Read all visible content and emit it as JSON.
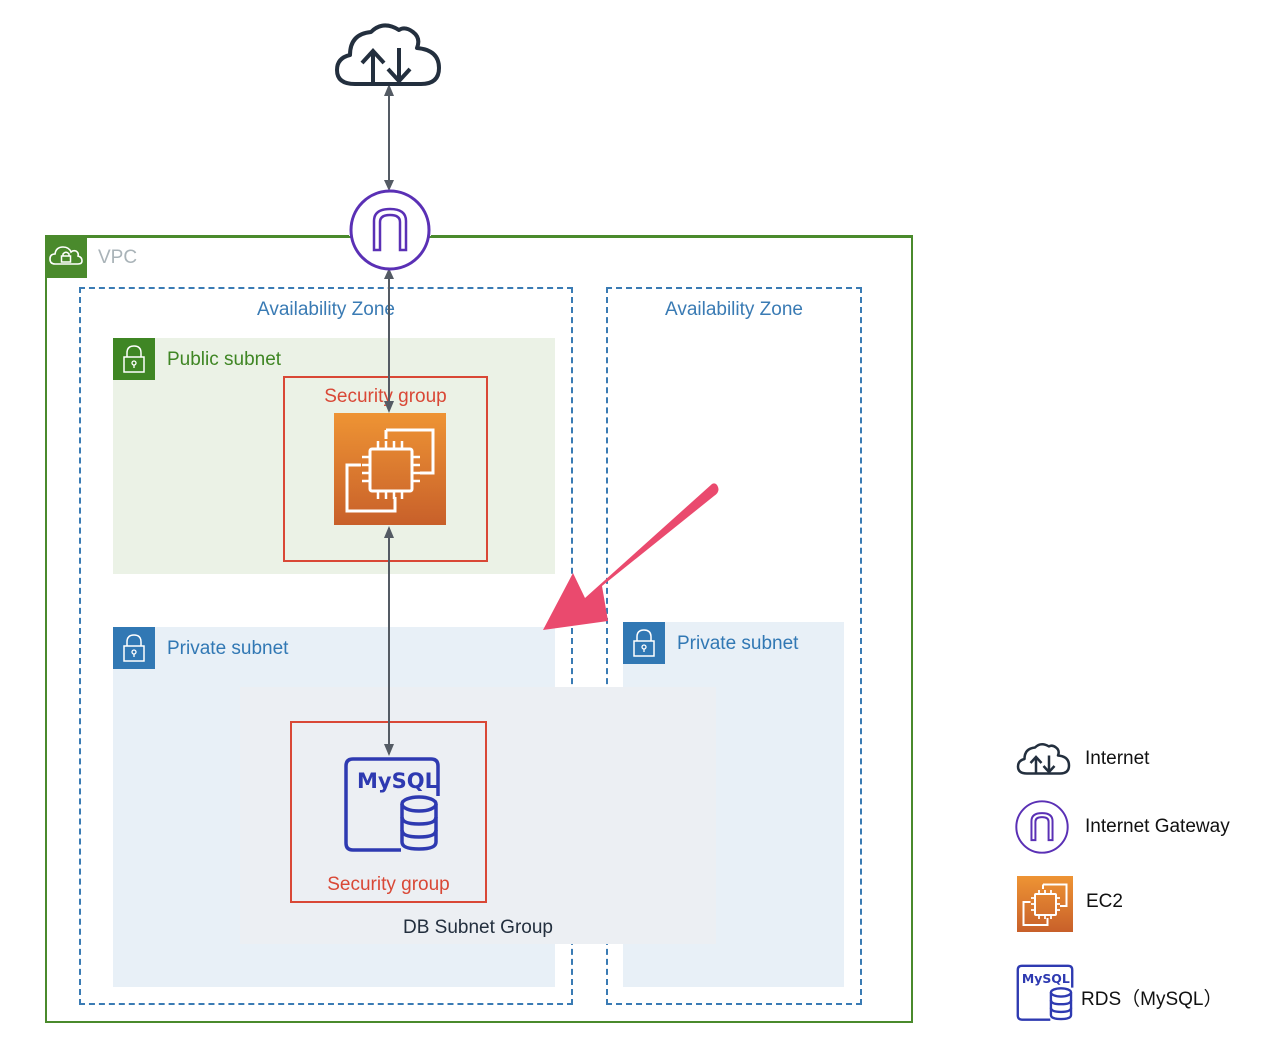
{
  "diagram": {
    "internet": {
      "icon": "internet-cloud-icon"
    },
    "internet_gateway": {
      "icon": "internet-gateway-icon"
    },
    "vpc": {
      "label": "VPC",
      "icon": "vpc-cloud-lock-icon"
    },
    "availability_zones": [
      {
        "label": "Availability Zone"
      },
      {
        "label": "Availability Zone"
      }
    ],
    "public_subnet": {
      "label": "Public subnet",
      "icon": "lock-icon"
    },
    "private_subnets": [
      {
        "label": "Private subnet",
        "icon": "lock-icon"
      },
      {
        "label": "Private subnet",
        "icon": "lock-icon"
      }
    ],
    "security_groups": [
      {
        "label": "Security group",
        "contains": "EC2"
      },
      {
        "label": "Security group",
        "contains": "RDS (MySQL)"
      }
    ],
    "ec2": {
      "icon": "ec2-instance-icon"
    },
    "rds": {
      "icon_text": "MySQL",
      "icon": "rds-mysql-icon"
    },
    "db_subnet_group": {
      "label": "DB Subnet Group"
    },
    "connections": [
      {
        "from": "Internet",
        "to": "Internet Gateway",
        "direction": "bidirectional"
      },
      {
        "from": "Internet Gateway",
        "to": "EC2",
        "direction": "bidirectional"
      },
      {
        "from": "EC2",
        "to": "RDS (MySQL)",
        "direction": "bidirectional"
      }
    ],
    "annotation": {
      "type": "arrow",
      "color": "#ea4a6e",
      "points_to": "DB Subnet Group"
    }
  },
  "legend": {
    "items": [
      {
        "label": "Internet",
        "icon": "internet-cloud-icon"
      },
      {
        "label": "Internet Gateway",
        "icon": "internet-gateway-icon"
      },
      {
        "label": "EC2",
        "icon": "ec2-instance-icon"
      },
      {
        "label": "RDS（MySQL）",
        "icon": "rds-mysql-icon",
        "icon_text": "MySQL"
      }
    ]
  },
  "colors": {
    "vpc": "#4a8a2c",
    "availability_zone": "#3a7bb4",
    "public_subnet": "#3f8624",
    "private_subnet": "#3178b4",
    "security_group": "#d94836",
    "internet_gateway": "#5a30b5",
    "ec2": "#e07b2a",
    "rds": "#2e3ab1",
    "connector": "#545b64",
    "annotation_arrow": "#ea4a6e"
  }
}
